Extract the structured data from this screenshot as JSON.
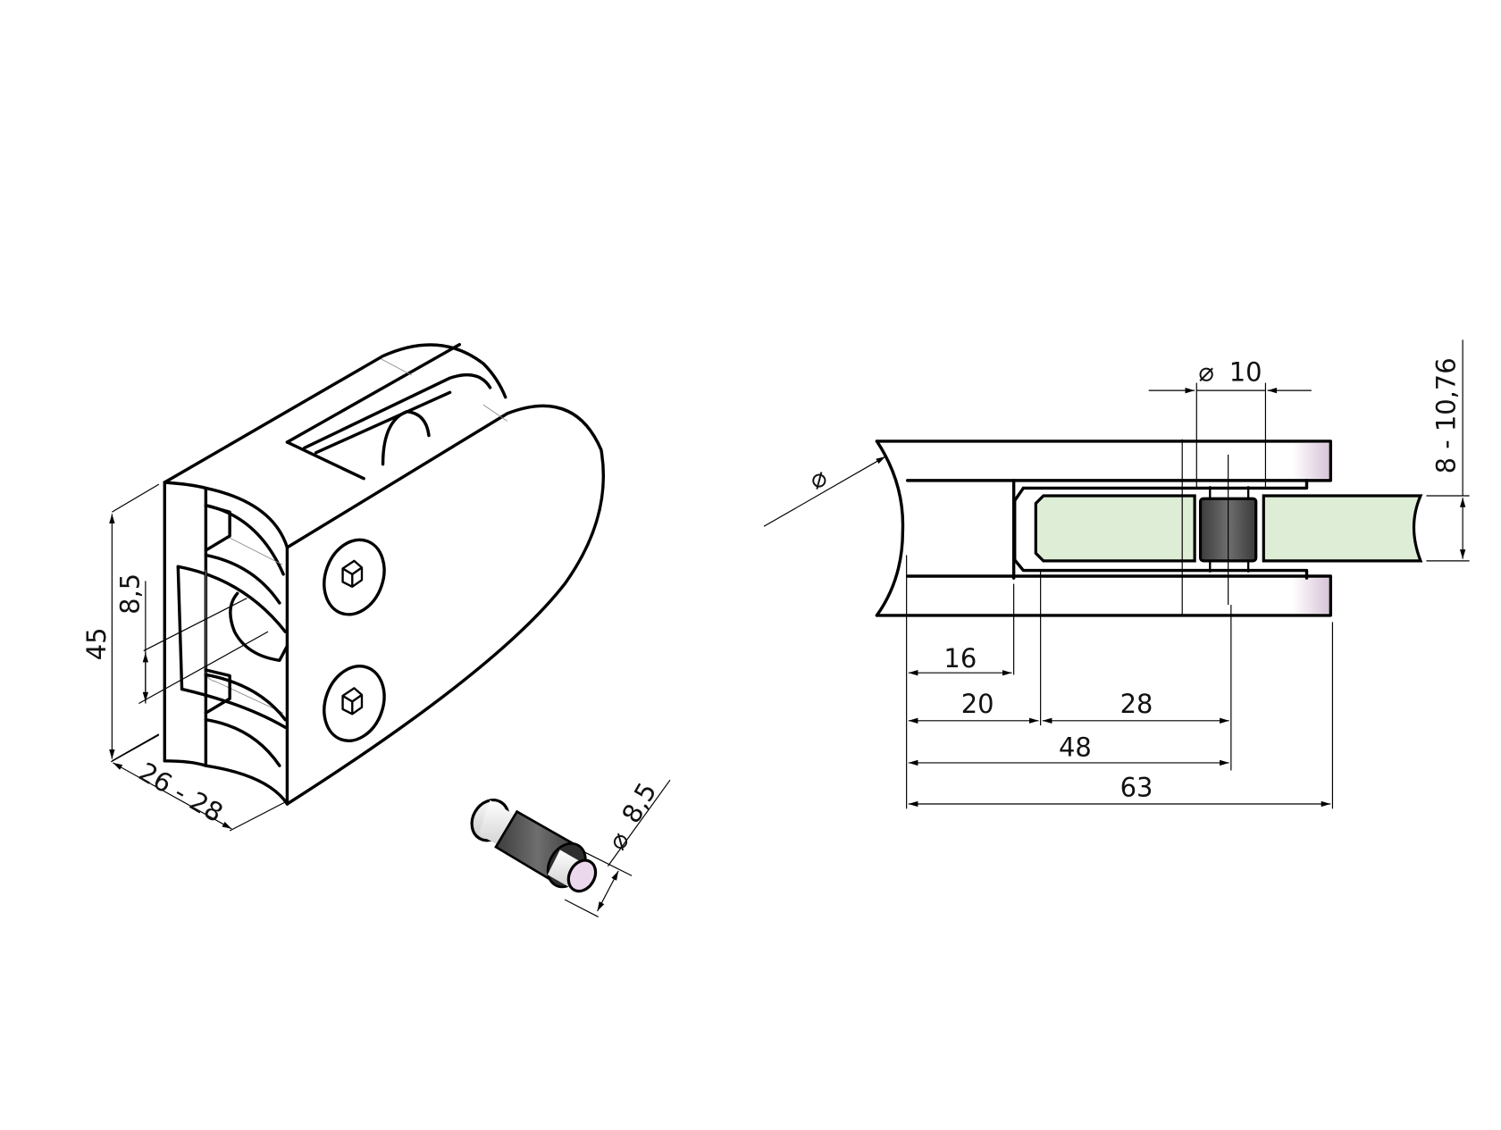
{
  "drawing": {
    "title": "Glass clamp technical drawing",
    "colors": {
      "line": "#000000",
      "glass_fill": "#deeed6",
      "rubber_fill": "#4a4a4a",
      "pin_end_fill": "#ecd8ec",
      "background": "#ffffff"
    }
  },
  "iso_view": {
    "dimensions": {
      "height": "45",
      "hole_dia": "8,5",
      "glass_range": "26 - 28"
    }
  },
  "pin_view": {
    "dimensions": {
      "diameter": "8,5",
      "diameter_symbol": "⌀"
    }
  },
  "section_view": {
    "dimensions": {
      "pipe_dia_symbol": "⌀",
      "pin_dia": "10",
      "pin_dia_symbol": "⌀",
      "glass_thickness": "8 - 10,76",
      "d16": "16",
      "d20": "20",
      "d28": "28",
      "d48": "48",
      "d63": "63"
    }
  }
}
